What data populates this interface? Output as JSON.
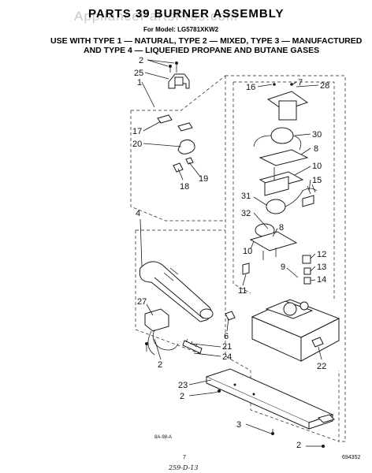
{
  "watermark": "AppliancePartsPros.com",
  "header": {
    "title": "PARTS 39 BURNER ASSEMBLY",
    "model": "For Model: LG5781XKW2",
    "use_line1": "USE WITH TYPE 1 — NATURAL, TYPE 2 — MIXED, TYPE 3 — MANUFACTURED",
    "use_line2": "AND TYPE 4 — LIQUEFIED PROPANE AND BUTANE GASES"
  },
  "callouts": {
    "c2a": "2",
    "c25": "25",
    "c1": "1",
    "c17": "17",
    "c20": "20",
    "c18": "18",
    "c19": "19",
    "c4": "4",
    "c27": "27",
    "c2b": "2",
    "c21": "21",
    "c24": "24",
    "c6": "6",
    "c16": "16",
    "c7": "7",
    "c28": "28",
    "c30": "30",
    "c8a": "8",
    "c10a": "10",
    "c15": "15",
    "c31": "31",
    "c32": "32",
    "c8b": "8",
    "c10b": "10",
    "c12": "12",
    "c13": "13",
    "c9": "9",
    "c14": "14",
    "c11": "11",
    "c22": "22",
    "c23": "23",
    "c2c": "2",
    "c3": "3",
    "c2d": "2"
  },
  "footer": {
    "figure_code": "8A-98-A",
    "page": "7",
    "handwritten": "259-D-13",
    "part_number": "694352"
  }
}
